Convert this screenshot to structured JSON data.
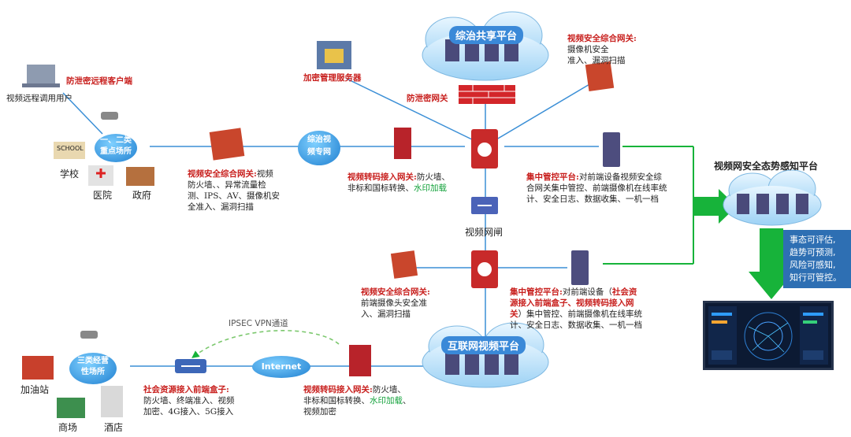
{
  "nodes": {
    "zongzhi_cloud": "综治共享平台",
    "internet_cloud": "互联网视频平台",
    "awareness_title": "视频网安全态势感知平台",
    "remote_client": "防泄密远程客户端",
    "remote_user": "视频远程调用用户",
    "encrypt_server": "加密管理服务器",
    "leak_gateway": "防泄密网关",
    "key_places": "一、二类\n重点场所",
    "school": "学校",
    "hospital": "医院",
    "government": "政府",
    "zongzhi_net": "综治视\n频专网",
    "video_gate": "视频网闸",
    "third_places": "三类经营\n性场所",
    "gas": "加油站",
    "mall": "商场",
    "hotel": "酒店",
    "internet": "Internet",
    "ipsec": "IPSEC VPN通道",
    "school_sign": "SCHOOL"
  },
  "notes": {
    "top_gw_title": "视频安全综合网关:",
    "top_gw_body": "摄像机安全\n准入、漏洞扫描",
    "left_gw_title": "视频安全综合网关:",
    "left_gw_body1": "视频\n防火墙、、异常流量检\n测、IPS、AV、摄像机安\n全准入、漏洞扫描",
    "trans_gw_title": "视频转码接入网关:",
    "trans_gw_body": "防火墙、\n非标和国标转换、",
    "trans_gw_green": "水印加载",
    "central_title": "集中管控平台:",
    "central_body": "对前端设备视频安全综\n合网关集中管控、前端摄像机在线率统\n计、安全日志、数据收集、一机一档",
    "lower_gw_title": "视频安全综合网关:",
    "lower_gw_body": "\n前端摄像头安全准\n入、漏洞扫描",
    "central2_title": "集中管控平台:",
    "central2_pre": "对前端设备（",
    "central2_red": "社会资\n源接入前端盒子、视频转码接入网\n关",
    "central2_body": "）集中管控、前端摄像机在线率统\n计、安全日志、数据收集、一机一档",
    "box_title": "社会资源接入前端盒子:",
    "box_body": "\n防火墙、终端准入、视频\n加密、4G接入、5G接入",
    "trans2_title": "视频转码接入网关:",
    "trans2_body": "防火墙、\n非标和国标转换、",
    "trans2_green": "水印加载",
    "trans2_tail": "、\n视频加密"
  },
  "info_box": "事态可评估,\n趋势可预测,\n风险可感知,\n知行可管控。",
  "colors": {
    "line": "#3b8fd6",
    "arrow_green": "#17b33a",
    "accent_red": "#c8201e",
    "green_text": "#13a23b"
  }
}
